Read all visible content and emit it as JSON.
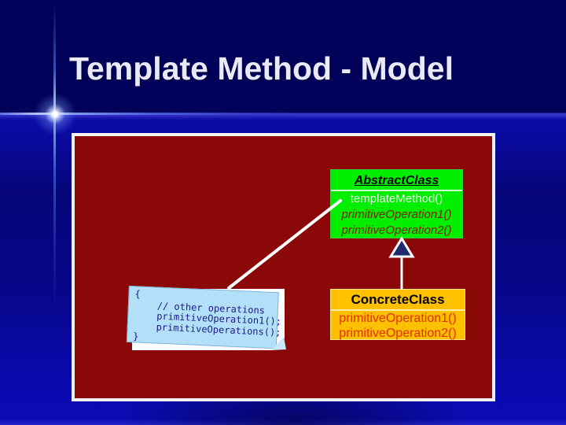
{
  "slide": {
    "title": "Template Method - Model",
    "colors": {
      "background_top": "#01015A",
      "background_bottom": "#0A0AAE",
      "title_text": "#E9E9F7",
      "panel_fill": "#8B0808",
      "panel_border": "#F2F2F2",
      "abstract_class_fill": "#00EE00",
      "concrete_class_fill": "#FFC000",
      "note_fill": "#B3E0F8",
      "template_method_text": "#F0FFF0",
      "abstract_method_text": "#7B2104",
      "concrete_method_text": "#E22D00",
      "code_text": "#1A1A8A",
      "inheritance_arrow_fill": "#1C2C6E"
    },
    "diagram": {
      "abstract_class": {
        "name": "AbstractClass",
        "methods": [
          {
            "label": "templateMethod()"
          },
          {
            "label": "primitiveOperation1()"
          },
          {
            "label": "primitiveOperation2()"
          }
        ]
      },
      "concrete_class": {
        "name": "ConcreteClass",
        "methods": [
          {
            "label": "primitiveOperation1()"
          },
          {
            "label": "primitiveOperation2()"
          }
        ]
      },
      "code_note": {
        "text": "{\n    // other operations\n    primitiveOperation1();\n    primitiveOperations();\n}"
      }
    }
  }
}
